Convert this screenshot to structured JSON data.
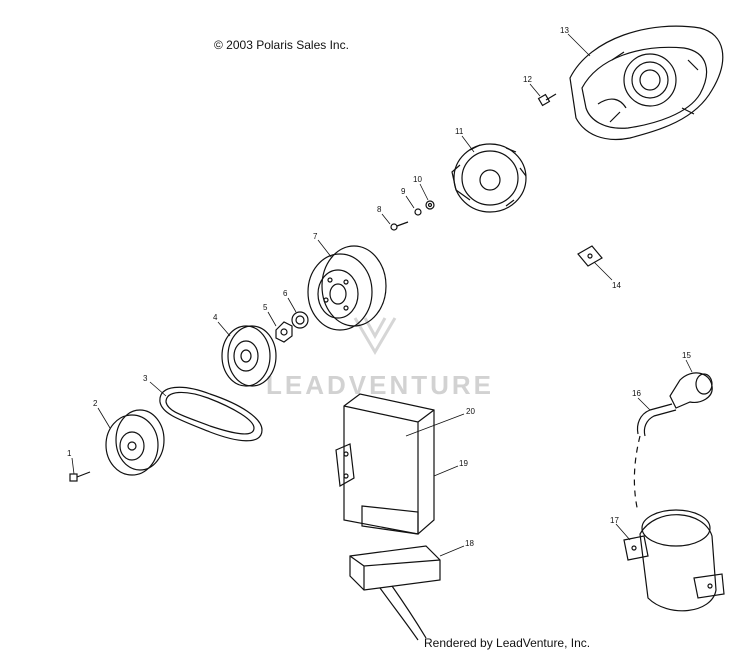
{
  "copyright": "© 2003 Polaris Sales Inc.",
  "rendered_by": "Rendered by LeadVenture, Inc.",
  "watermark": "LEADVENTURE",
  "callouts": [
    "1",
    "2",
    "3",
    "4",
    "5",
    "6",
    "7",
    "8",
    "9",
    "10",
    "11",
    "12",
    "13",
    "14",
    "15",
    "16",
    "17",
    "18",
    "19",
    "20"
  ],
  "colors": {
    "line": "#111111",
    "watermark": "#d2d2d2"
  }
}
